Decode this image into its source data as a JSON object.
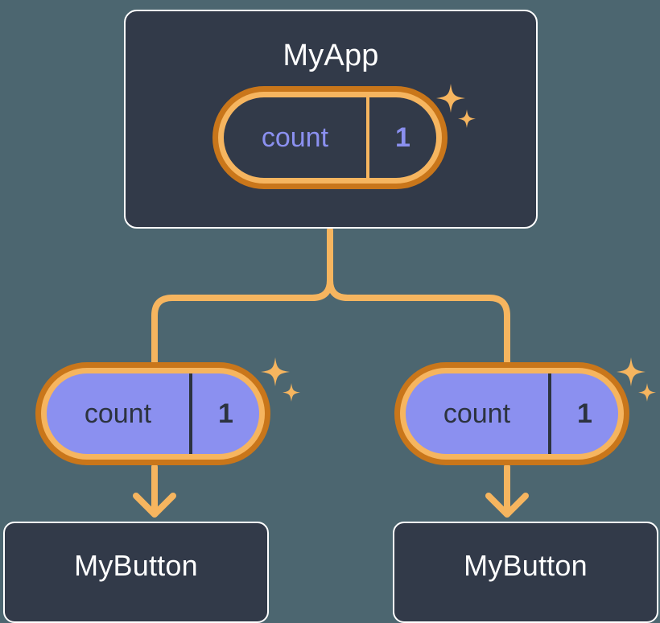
{
  "diagram": {
    "type": "component-tree",
    "background_color": "#4c6670",
    "accent_color": "#f6b55f",
    "accent_dark_color": "#c9761a",
    "state_color": "#8b90f0",
    "card_color": "#323a49",
    "nodes": {
      "root": {
        "title": "MyApp",
        "state": {
          "key": "count",
          "value": "1"
        }
      },
      "left_state": {
        "key": "count",
        "value": "1"
      },
      "right_state": {
        "key": "count",
        "value": "1"
      },
      "left_child": {
        "title": "MyButton"
      },
      "right_child": {
        "title": "MyButton"
      }
    },
    "icons": {
      "sparkle": "sparkle-icon",
      "arrow": "arrow-down-icon"
    }
  }
}
